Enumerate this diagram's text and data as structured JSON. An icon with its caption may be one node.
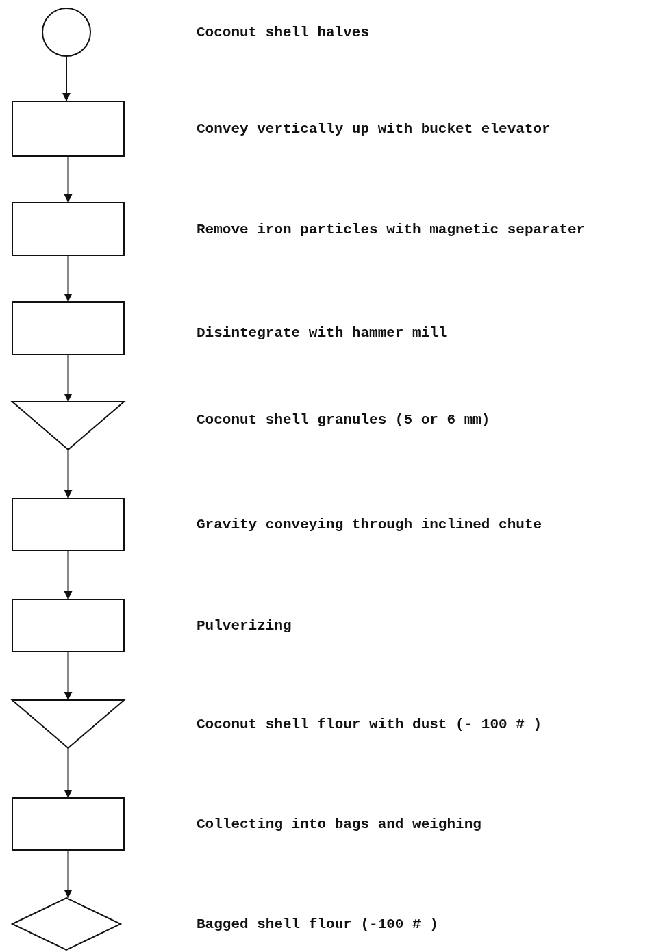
{
  "diagram": {
    "nodes": [
      {
        "text": [],
        "shape": "circle"
      },
      {
        "text": [],
        "shape": "box"
      },
      {
        "text": [],
        "shape": "box"
      },
      {
        "text": [],
        "shape": "box"
      },
      {
        "text": [],
        "shape": "triangle"
      },
      {
        "text": [],
        "shape": "box"
      },
      {
        "text": [],
        "shape": "box"
      },
      {
        "text": [],
        "shape": "triangle"
      },
      {
        "text": [],
        "shape": "box"
      },
      {
        "text": [],
        "shape": "diamond"
      }
    ],
    "edges": [
      {
        "from": 0,
        "to": 1,
        "arrow": "to"
      },
      {
        "from": 1,
        "to": 2,
        "arrow": "to"
      },
      {
        "from": 2,
        "to": 3,
        "arrow": "to"
      },
      {
        "from": 3,
        "to": 4,
        "arrow": "to"
      },
      {
        "from": 4,
        "to": 5,
        "arrow": "to"
      },
      {
        "from": 5,
        "to": 6,
        "arrow": "to"
      },
      {
        "from": 6,
        "to": 7,
        "arrow": "to"
      },
      {
        "from": 7,
        "to": 8,
        "arrow": "to"
      },
      {
        "from": 8,
        "to": 9,
        "arrow": "to"
      }
    ],
    "labels": [
      "Coconut shell halves",
      "Convey vertically up with bucket elevator",
      "Remove iron particles with magnetic separater",
      "Disintegrate with hammer mill",
      "Coconut shell granules (5 or 6 mm)",
      "Gravity conveying through inclined chute",
      "Pulverizing",
      "Coconut shell flour with dust (- 100 # )",
      "Collecting into bags and weighing",
      "Bagged shell flour (-100 # )"
    ]
  }
}
